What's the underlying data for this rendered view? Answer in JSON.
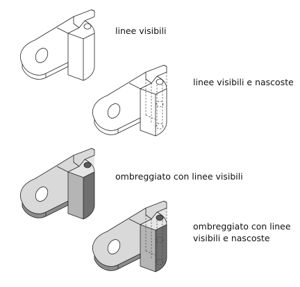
{
  "views": [
    {
      "label": "linee visibili"
    },
    {
      "label": "linee visibili e nascoste"
    },
    {
      "label": "ombreggiato con linee visibili"
    },
    {
      "label_lines": [
        "ombreggiato con linee",
        "visibili e nascoste"
      ]
    }
  ],
  "colors": {
    "background": "#ffffff",
    "edge": "#222222",
    "hidden": "#444444",
    "shade_light": "#d9d9d9",
    "shade_mid": "#b5b5b5",
    "shade_dark": "#8c8c8c",
    "shade_darker": "#6f6f6f"
  }
}
